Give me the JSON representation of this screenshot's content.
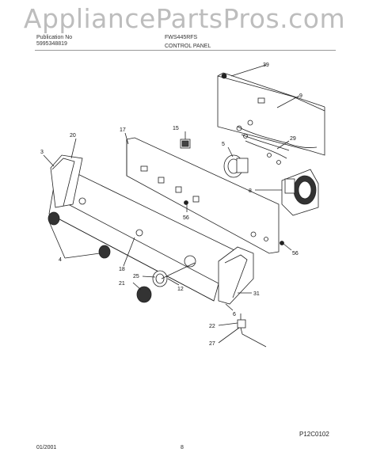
{
  "watermark": "AppliancePartsPros.com",
  "header": {
    "publication_no": "Publication No",
    "publication_id": "5995348819",
    "model": "FWS445RFS",
    "section_title": "CONTROL PANEL"
  },
  "diagram": {
    "callouts": [
      "39",
      "9",
      "15",
      "17",
      "20",
      "3",
      "5",
      "29",
      "8",
      "56",
      "56",
      "4",
      "18",
      "25",
      "12",
      "21",
      "31",
      "6",
      "22",
      "27"
    ],
    "figure_code": "P12C0102"
  },
  "footer": {
    "date": "01/2001",
    "page": "8"
  }
}
